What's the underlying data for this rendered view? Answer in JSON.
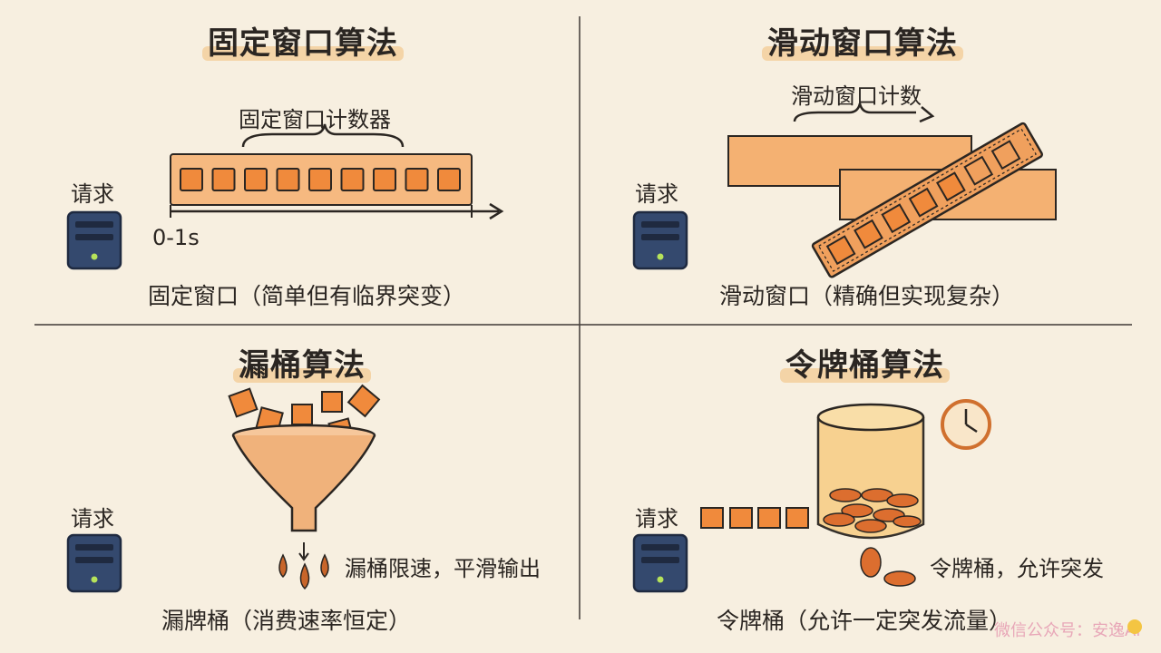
{
  "quadrants": {
    "fixed": {
      "title": "固定窗口算法",
      "counter_label": "固定窗口计数器",
      "request_label": "请求",
      "time_label": "0-1s",
      "caption": "固定窗口（简单但有临界突变）"
    },
    "sliding": {
      "title": "滑动窗口算法",
      "counter_label": "滑动窗口计数",
      "request_label": "请求",
      "caption": "滑动窗口（精确但实现复杂）"
    },
    "leaky": {
      "title": "漏桶算法",
      "request_label": "请求",
      "rate_label": "漏桶限速，平滑输出",
      "caption": "漏牌桶（消费速率恒定）"
    },
    "token": {
      "title": "令牌桶算法",
      "request_label": "请求",
      "burst_label": "令牌桶，允许突发",
      "caption": "令牌桶（允许一定突发流量）"
    }
  },
  "watermark": "微信公众号：安逸Ai",
  "colors": {
    "orange": "#f08a3c",
    "orange_light": "#f6b06e",
    "server": "#34496e",
    "background": "#f7efe0"
  }
}
